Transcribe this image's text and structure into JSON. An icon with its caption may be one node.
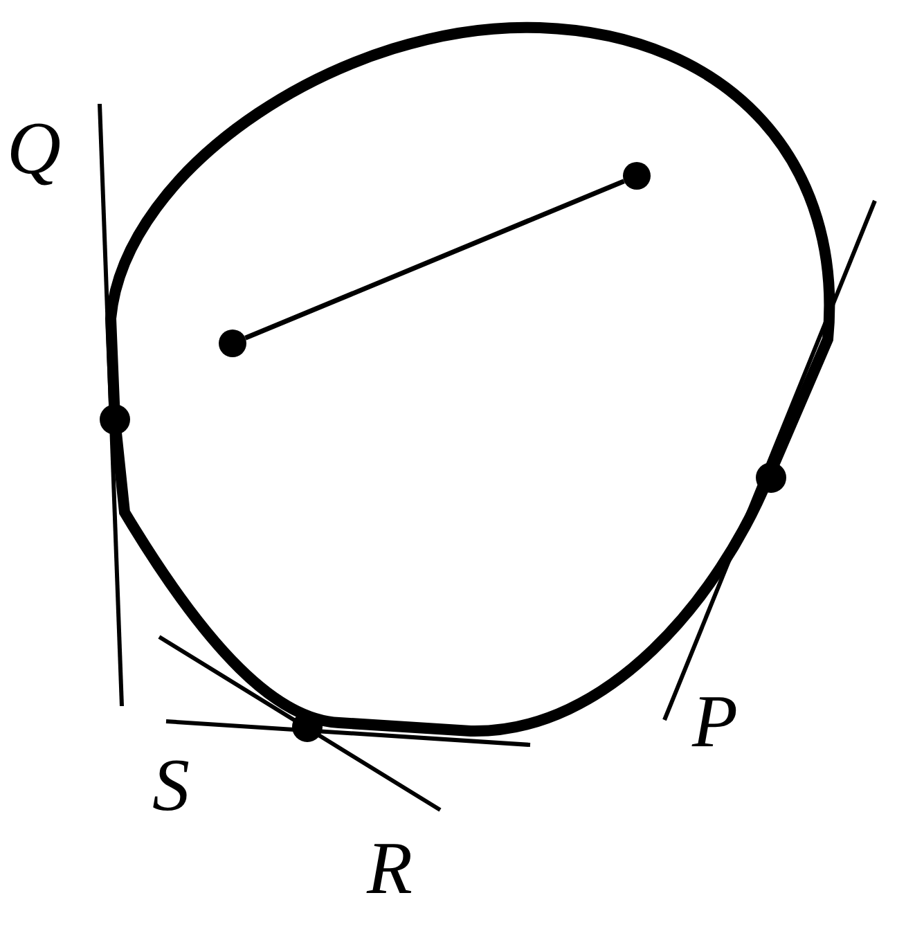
{
  "diagram": {
    "nodes": [
      {
        "text": [],
        "shape": "circle"
      },
      {
        "text": [],
        "shape": "circle"
      }
    ],
    "edges": [
      {
        "from": 0,
        "to": 1,
        "arrow": "none"
      }
    ],
    "labels": [
      "Q",
      "P",
      "S",
      "R"
    ]
  }
}
